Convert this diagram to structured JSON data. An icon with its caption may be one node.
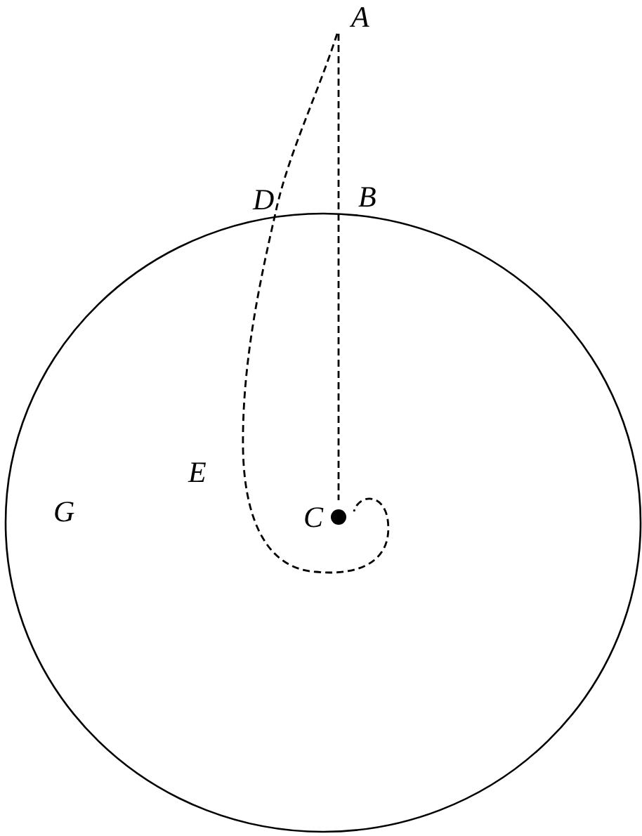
{
  "diagram": {
    "nodes": [
      {
        "text": [
          "A"
        ]
      },
      {
        "text": [
          "C"
        ]
      }
    ],
    "edges": [
      {
        "from": 0,
        "to": 1,
        "arrow": "none",
        "style": "dashed"
      },
      {
        "from": 0,
        "to": 1,
        "arrow": "none",
        "style": "dashed"
      }
    ],
    "labels": [
      "D",
      "B",
      "E",
      "G"
    ]
  }
}
